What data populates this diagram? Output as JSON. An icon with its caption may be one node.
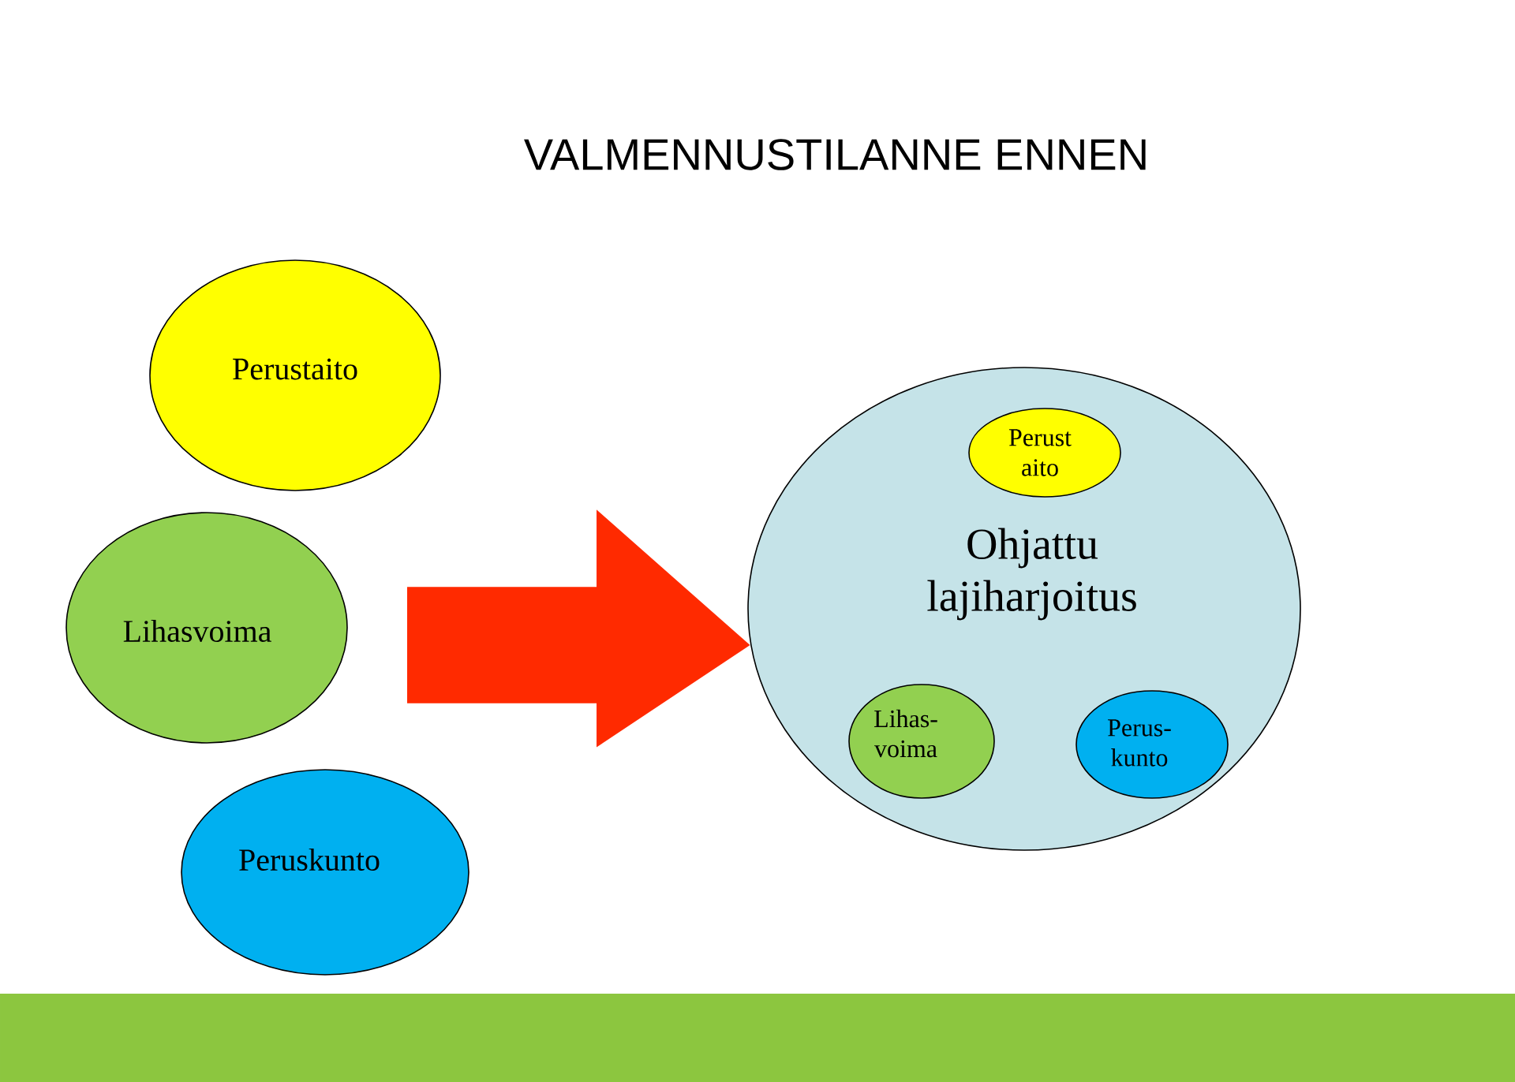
{
  "diagram": {
    "title": "VALMENNUSTILANNE ENNEN",
    "nodes": [
      {
        "text": [
          "Perustaito"
        ]
      },
      {
        "text": [
          "Lihasvoima"
        ]
      },
      {
        "text": [
          "Peruskunto"
        ]
      },
      {
        "text": [
          "Ohjattu lajiharjoitus"
        ]
      },
      {
        "text": [
          "Perust aito"
        ],
        "in": 3
      },
      {
        "text": [
          "Lihas- voima"
        ],
        "in": 3
      },
      {
        "text": [
          "Perus- kunto"
        ],
        "in": 3
      }
    ],
    "edges": [
      {
        "from": 1,
        "to": 3,
        "arrow": "to",
        "style": "thick",
        "color": "#ff2a00"
      }
    ]
  }
}
